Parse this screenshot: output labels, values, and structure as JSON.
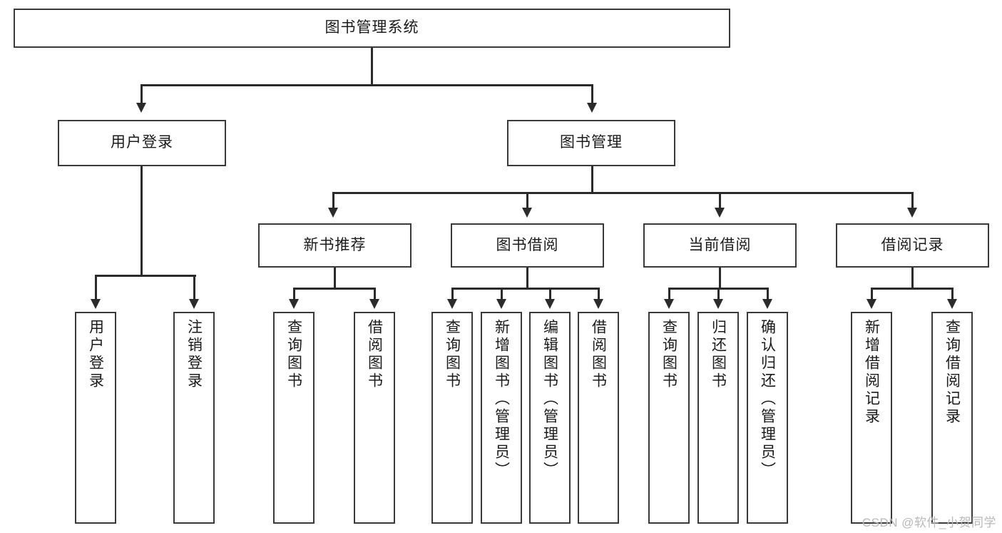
{
  "diagram": {
    "type": "tree-hierarchy-chart",
    "title": "图书管理系统",
    "root": {
      "label": "图书管理系统"
    },
    "level2": [
      {
        "label": "用户登录"
      },
      {
        "label": "图书管理"
      }
    ],
    "level3": [
      {
        "label": "新书推荐"
      },
      {
        "label": "图书借阅"
      },
      {
        "label": "当前借阅"
      },
      {
        "label": "借阅记录"
      }
    ],
    "leaves": {
      "user_login": [
        {
          "label": "用户登录"
        },
        {
          "label": "注销登录"
        }
      ],
      "new_book_recommend": [
        {
          "label": "查询图书"
        },
        {
          "label": "借阅图书"
        }
      ],
      "book_borrow": [
        {
          "label": "查询图书"
        },
        {
          "label": "新增图书（管理员）"
        },
        {
          "label": "编辑图书（管理员）"
        },
        {
          "label": "借阅图书"
        }
      ],
      "current_borrow": [
        {
          "label": "查询图书"
        },
        {
          "label": "归还图书"
        },
        {
          "label": "确认归还（管理员）"
        }
      ],
      "borrow_record": [
        {
          "label": "新增借阅记录"
        },
        {
          "label": "查询借阅记录"
        }
      ]
    }
  },
  "watermark": {
    "text": "CSDN @软件_小贺同学"
  },
  "colors": {
    "box_border": "#3a3a3a",
    "connector": "#2b2b2b",
    "background": "#ffffff",
    "text": "#1b1b1b",
    "watermark": "#b9b9b9"
  }
}
